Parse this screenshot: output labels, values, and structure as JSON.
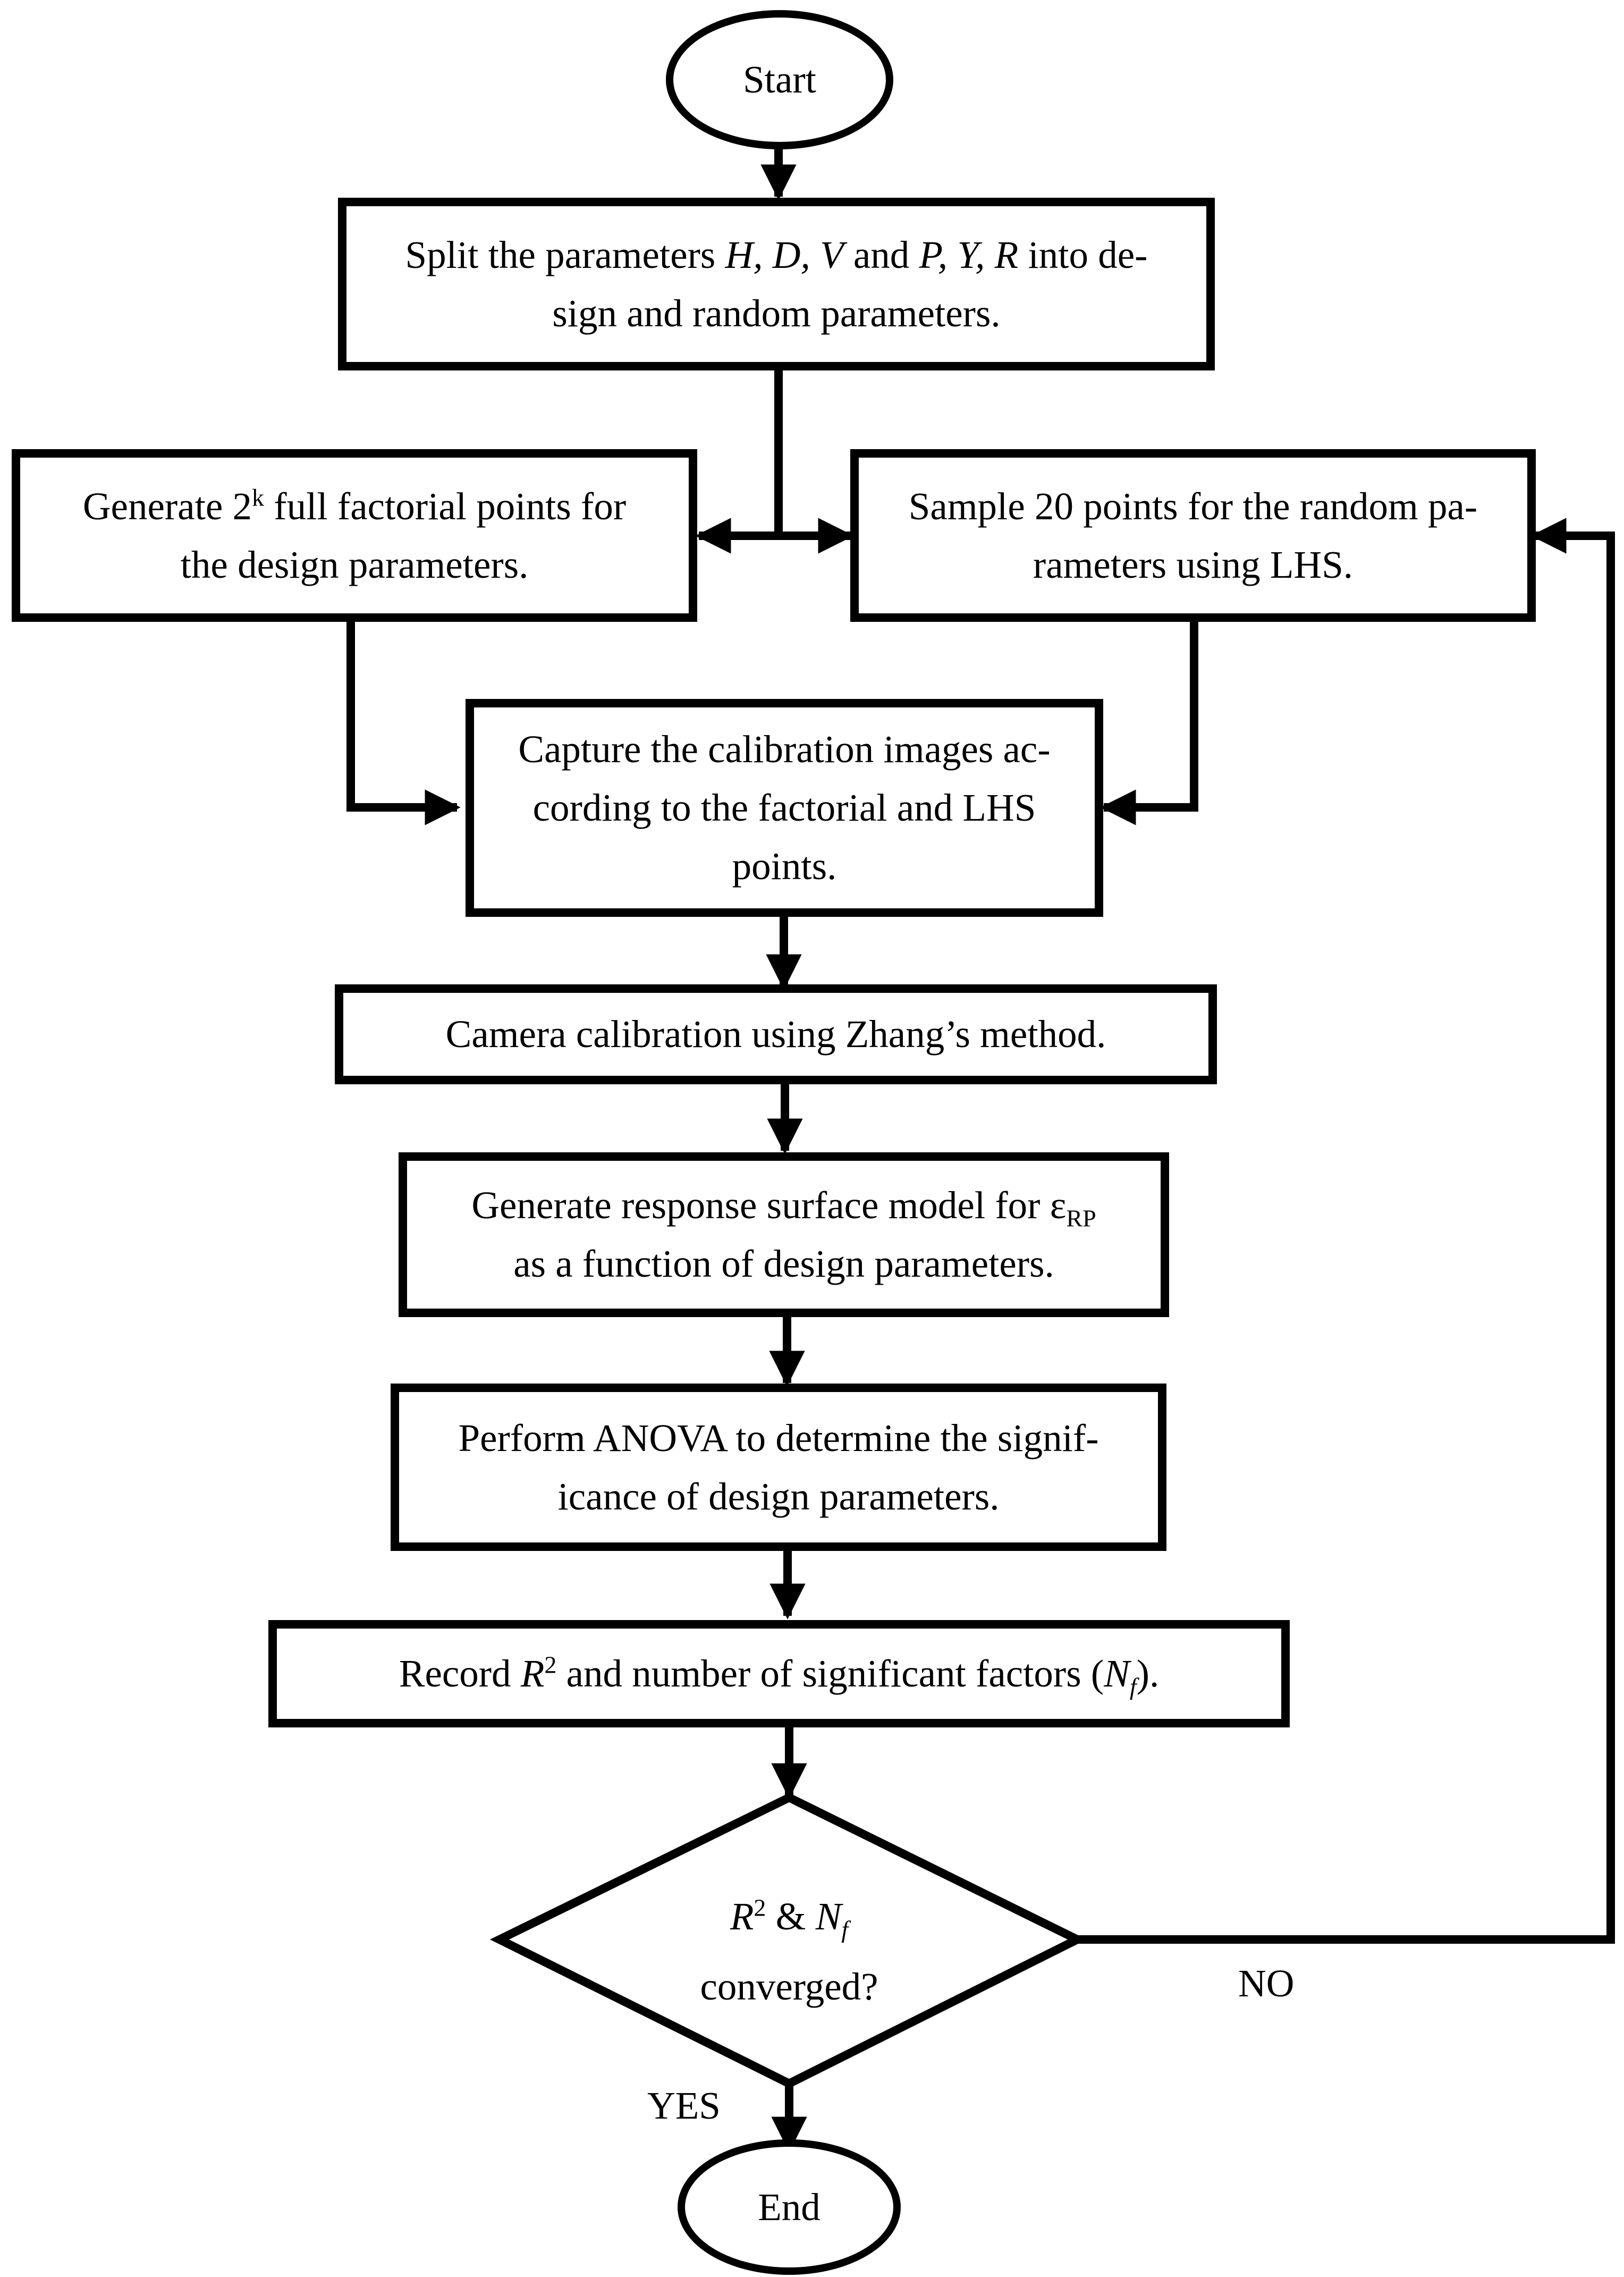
{
  "nodes": {
    "start": "Start",
    "split": {
      "a": "Split the parameters ",
      "b": "H, D, V",
      "c": " and ",
      "d": "P, Y, R",
      "e": " into de-",
      "line2": "sign and random parameters."
    },
    "factorial": {
      "a": "Generate 2",
      "sup": "k",
      "b": " full factorial points for",
      "line2": "the design parameters."
    },
    "lhs": {
      "line1": "Sample 20 points for the random pa-",
      "line2": "rameters using LHS."
    },
    "capture": {
      "line1": "Capture the calibration images ac-",
      "line2": "cording to the factorial and LHS",
      "line3": "points."
    },
    "calibration": "Camera calibration using Zhang’s method.",
    "rsm": {
      "a": "Generate response surface model for ε",
      "sub": "RP",
      "line2": "as a function of design parameters."
    },
    "anova": {
      "line1": "Perform ANOVA to determine the signif-",
      "line2": "icance of design parameters."
    },
    "record": {
      "a": "Record ",
      "b": "R",
      "sup": "2",
      "c": " and number of significant factors (",
      "d": "N",
      "sub": "f",
      "e": ")."
    },
    "decision": {
      "a": "R",
      "sup": "2",
      "b": " & ",
      "c": "N",
      "sub": "f",
      "line2": "converged?"
    },
    "end": "End"
  },
  "edge_labels": {
    "no": "NO",
    "yes": "YES"
  }
}
